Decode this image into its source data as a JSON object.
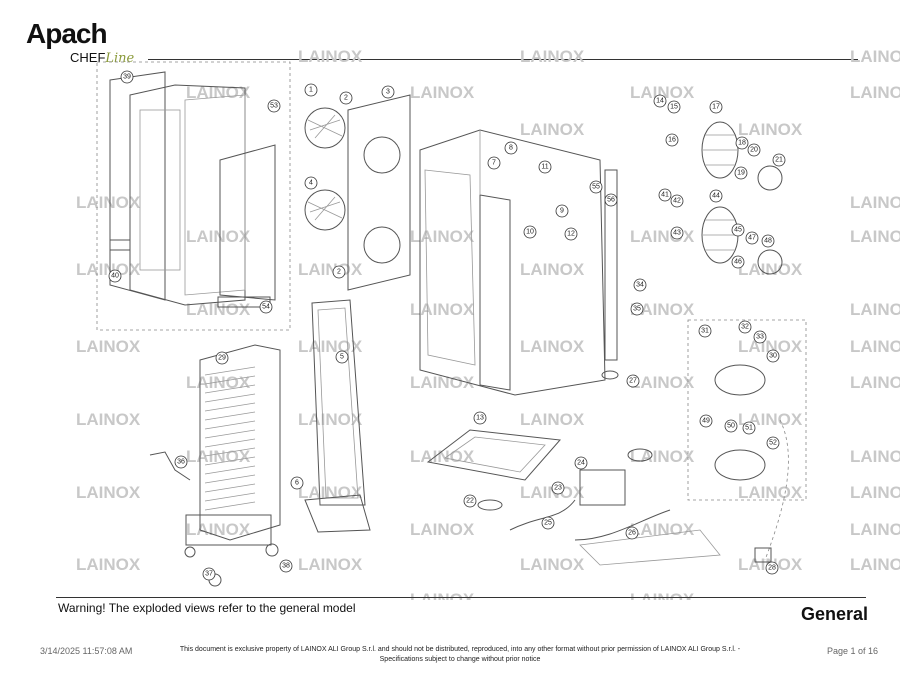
{
  "logo": {
    "brand": "Apach",
    "sub_chef": "CHEF",
    "sub_line": "Line"
  },
  "watermark": "LAINOX",
  "callouts": [
    "1",
    "2",
    "3",
    "4",
    "5",
    "6",
    "7",
    "8",
    "9",
    "10",
    "11",
    "12",
    "13",
    "14",
    "15",
    "16",
    "17",
    "18",
    "19",
    "20",
    "21",
    "22",
    "23",
    "24",
    "25",
    "26",
    "27",
    "28",
    "29",
    "30",
    "31",
    "32",
    "33",
    "34",
    "35",
    "36",
    "37",
    "38",
    "39",
    "40",
    "41",
    "42",
    "43",
    "44",
    "45",
    "46",
    "47",
    "48",
    "49",
    "50",
    "51",
    "52",
    "53",
    "54",
    "55",
    "56"
  ],
  "footer": {
    "warning": "Warning! The exploded views refer to the general model",
    "section": "General",
    "timestamp": "3/14/2025 11:57:08 AM",
    "legal_line1": "This document is exclusive property of LAINOX ALI Group S.r.l. and should not be distributed, reproduced, into any other format without prior permission of LAINOX ALI Group S.r.l. -",
    "legal_line2": "Specifications subject to change without prior notice",
    "page": "Page 1 of 16"
  }
}
